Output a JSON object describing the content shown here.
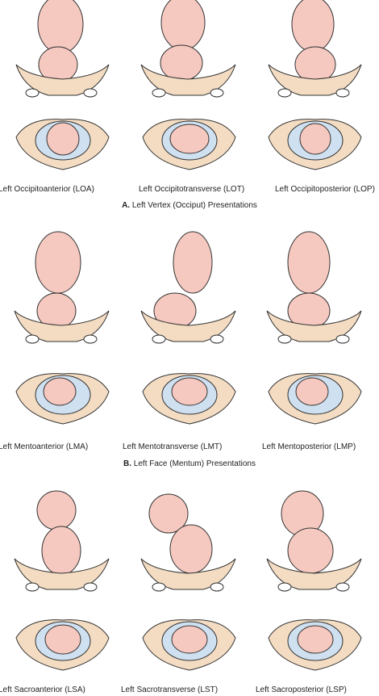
{
  "sections": [
    {
      "letter": "A.",
      "title": "Left Vertex (Occiput) Presentations",
      "captions": [
        "Left Occipitoanterior (LOA)",
        "Left Occipitotransverse (LOT)",
        "Left Occipitoposterior (LOP)"
      ]
    },
    {
      "letter": "B.",
      "title": "Left Face (Mentum) Presentations",
      "captions": [
        "Left Mentoanterior (LMA)",
        "Left Mentotransverse (LMT)",
        "Left Mentoposterior (LMP)"
      ]
    },
    {
      "letter": "",
      "title": "",
      "captions": [
        "Left Sacroanterior (LSA)",
        "Left Sacrotransverse (LST)",
        "Left Sacroposterior (LSP)"
      ]
    }
  ],
  "colors": {
    "fetus": "#f6c9c0",
    "pelvis": "#f3dcc2",
    "outline": "#333333",
    "inlet": "#cfe0f0"
  }
}
